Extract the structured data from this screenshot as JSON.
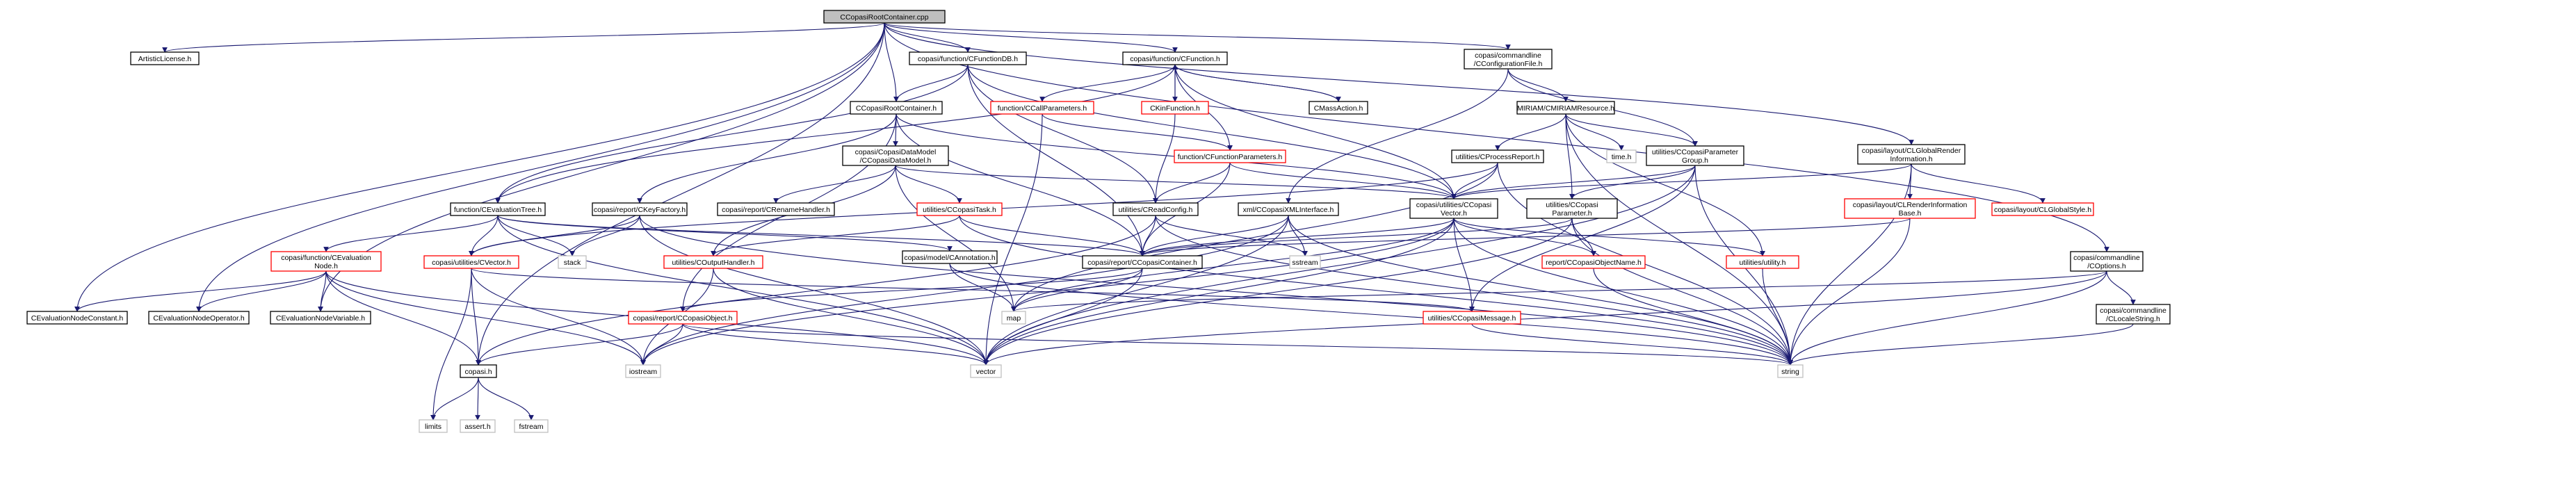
{
  "graph": {
    "nodes": [
      {
        "id": "root",
        "lines": [
          "CCopasiRootContainer.cpp"
        ],
        "kind": "root"
      },
      {
        "id": "artistic",
        "lines": [
          "ArtisticLicense.h"
        ],
        "kind": "normal"
      },
      {
        "id": "cfunctiondb",
        "lines": [
          "copasi/function/CFunctionDB.h"
        ],
        "kind": "normal"
      },
      {
        "id": "cfunction",
        "lines": [
          "copasi/function/CFunction.h"
        ],
        "kind": "normal"
      },
      {
        "id": "cconfigfile",
        "lines": [
          "copasi/commandline",
          "/CConfigurationFile.h"
        ],
        "kind": "normal"
      },
      {
        "id": "clglobalrender",
        "lines": [
          "copasi/layout/CLGlobalRender",
          "Information.h"
        ],
        "kind": "normal"
      },
      {
        "id": "ccallparams",
        "lines": [
          "function/CCallParameters.h"
        ],
        "kind": "red"
      },
      {
        "id": "ckinfunction",
        "lines": [
          "CKinFunction.h"
        ],
        "kind": "red"
      },
      {
        "id": "cmassaction",
        "lines": [
          "CMassAction.h"
        ],
        "kind": "normal"
      },
      {
        "id": "miriam",
        "lines": [
          "MIRIAM/CMIRIAMResource.h"
        ],
        "kind": "normal"
      },
      {
        "id": "ccopasirootcontainer",
        "lines": [
          "CCopasiRootContainer.h"
        ],
        "kind": "normal"
      },
      {
        "id": "cfunctionparams",
        "lines": [
          "function/CFunctionParameters.h"
        ],
        "kind": "red"
      },
      {
        "id": "timeh",
        "lines": [
          "time.h"
        ],
        "kind": "grey"
      },
      {
        "id": "cprocessreport",
        "lines": [
          "utilities/CProcessReport.h"
        ],
        "kind": "normal"
      },
      {
        "id": "ccopasiparamgroup",
        "lines": [
          "utilities/CCopasiParameter",
          "Group.h"
        ],
        "kind": "normal"
      },
      {
        "id": "ccopasidatamodel",
        "lines": [
          "copasi/CopasiDataModel",
          "/CCopasiDataModel.h"
        ],
        "kind": "normal"
      },
      {
        "id": "clrenderinfobase",
        "lines": [
          "copasi/layout/CLRenderInformation",
          "Base.h"
        ],
        "kind": "red"
      },
      {
        "id": "clglobalstyle",
        "lines": [
          "copasi/layout/CLGlobalStyle.h"
        ],
        "kind": "red"
      },
      {
        "id": "cevaltree",
        "lines": [
          "function/CEvaluationTree.h"
        ],
        "kind": "normal"
      },
      {
        "id": "ckeyfactory",
        "lines": [
          "copasi/report/CKeyFactory.h"
        ],
        "kind": "normal"
      },
      {
        "id": "crenamehandler",
        "lines": [
          "copasi/report/CRenameHandler.h"
        ],
        "kind": "normal"
      },
      {
        "id": "ccopasitask",
        "lines": [
          "utilities/CCopasiTask.h"
        ],
        "kind": "red"
      },
      {
        "id": "creadconfig",
        "lines": [
          "utilities/CReadConfig.h"
        ],
        "kind": "normal"
      },
      {
        "id": "ccopasixml",
        "lines": [
          "xml/CCopasiXMLInterface.h"
        ],
        "kind": "normal"
      },
      {
        "id": "ccopasivector",
        "lines": [
          "copasi/utilities/CCopasi",
          "Vector.h"
        ],
        "kind": "normal"
      },
      {
        "id": "ccopasiparam",
        "lines": [
          "utilities/CCopasi",
          "Parameter.h"
        ],
        "kind": "normal"
      },
      {
        "id": "cevalnode",
        "lines": [
          "copasi/function/CEvaluation",
          "Node.h"
        ],
        "kind": "red"
      },
      {
        "id": "cvector",
        "lines": [
          "copasi/utilities/CVector.h"
        ],
        "kind": "red"
      },
      {
        "id": "stack",
        "lines": [
          "stack"
        ],
        "kind": "grey"
      },
      {
        "id": "coutputhandler",
        "lines": [
          "utilities/COutputHandler.h"
        ],
        "kind": "red"
      },
      {
        "id": "cannotation",
        "lines": [
          "copasi/model/CAnnotation.h"
        ],
        "kind": "normal"
      },
      {
        "id": "ccopasicontainer",
        "lines": [
          "copasi/report/CCopasiContainer.h"
        ],
        "kind": "normal"
      },
      {
        "id": "sstream",
        "lines": [
          "sstream"
        ],
        "kind": "grey"
      },
      {
        "id": "cregisteredname",
        "lines": [
          "report/CCopasiObjectName.h"
        ],
        "kind": "red"
      },
      {
        "id": "utility",
        "lines": [
          "utilities/utility.h"
        ],
        "kind": "red"
      },
      {
        "id": "coptions",
        "lines": [
          "copasi/commandline",
          "/COptions.h"
        ],
        "kind": "normal"
      },
      {
        "id": "cnodeconstant",
        "lines": [
          "CEvaluationNodeConstant.h"
        ],
        "kind": "normal"
      },
      {
        "id": "cnodeoperator",
        "lines": [
          "CEvaluationNodeOperator.h"
        ],
        "kind": "normal"
      },
      {
        "id": "cnodevariable",
        "lines": [
          "CEvaluationNodeVariable.h"
        ],
        "kind": "normal"
      },
      {
        "id": "ccopasiobject",
        "lines": [
          "copasi/report/CCopasiObject.h"
        ],
        "kind": "red"
      },
      {
        "id": "map",
        "lines": [
          "map"
        ],
        "kind": "grey"
      },
      {
        "id": "ccopasimessage",
        "lines": [
          "utilities/CCopasiMessage.h"
        ],
        "kind": "red"
      },
      {
        "id": "clocalestring",
        "lines": [
          "copasi/commandline",
          "/CLocaleString.h"
        ],
        "kind": "normal"
      },
      {
        "id": "copasih",
        "lines": [
          "copasi.h"
        ],
        "kind": "normal"
      },
      {
        "id": "iostream",
        "lines": [
          "iostream"
        ],
        "kind": "grey"
      },
      {
        "id": "vector",
        "lines": [
          "vector"
        ],
        "kind": "grey"
      },
      {
        "id": "string",
        "lines": [
          "string"
        ],
        "kind": "grey"
      },
      {
        "id": "limits",
        "lines": [
          "limits"
        ],
        "kind": "grey"
      },
      {
        "id": "asserth",
        "lines": [
          "assert.h"
        ],
        "kind": "grey"
      },
      {
        "id": "fstream",
        "lines": [
          "fstream"
        ],
        "kind": "grey"
      }
    ],
    "edges": [
      [
        "root",
        "artistic"
      ],
      [
        "root",
        "cfunctiondb"
      ],
      [
        "root",
        "cfunction"
      ],
      [
        "root",
        "cconfigfile"
      ],
      [
        "root",
        "clglobalrender"
      ],
      [
        "root",
        "ccopasirootcontainer"
      ],
      [
        "root",
        "cnodeconstant"
      ],
      [
        "root",
        "cnodeoperator"
      ],
      [
        "root",
        "cnodevariable"
      ],
      [
        "root",
        "copasih"
      ],
      [
        "root",
        "coptions"
      ],
      [
        "cfunctiondb",
        "ccopasirootcontainer"
      ],
      [
        "cfunctiondb",
        "cevaltree"
      ],
      [
        "cfunctiondb",
        "creadconfig"
      ],
      [
        "cfunctiondb",
        "ccopasivector"
      ],
      [
        "cfunctiondb",
        "ccopasicontainer"
      ],
      [
        "cfunction",
        "ccallparams"
      ],
      [
        "cfunction",
        "ckinfunction"
      ],
      [
        "cfunction",
        "cmassaction"
      ],
      [
        "cfunction",
        "cfunctionparams"
      ],
      [
        "cfunction",
        "cevaltree"
      ],
      [
        "cfunction",
        "ccopasivector"
      ],
      [
        "ckinfunction",
        "cfunction"
      ],
      [
        "ckinfunction",
        "creadconfig"
      ],
      [
        "cmassaction",
        "cfunction"
      ],
      [
        "ccallparams",
        "cfunctionparams"
      ],
      [
        "ccallparams",
        "vector"
      ],
      [
        "cconfigfile",
        "miriam"
      ],
      [
        "cconfigfile",
        "ccopasiparamgroup"
      ],
      [
        "cconfigfile",
        "ccopasixml"
      ],
      [
        "miriam",
        "cprocessreport"
      ],
      [
        "miriam",
        "ccopasiparamgroup"
      ],
      [
        "miriam",
        "timeh"
      ],
      [
        "miriam",
        "ccopasiparam"
      ],
      [
        "miriam",
        "utility"
      ],
      [
        "miriam",
        "string"
      ],
      [
        "ccopasirootcontainer",
        "ccopasidatamodel"
      ],
      [
        "ccopasirootcontainer",
        "ckeyfactory"
      ],
      [
        "ccopasirootcontainer",
        "ccopasicontainer"
      ],
      [
        "ccopasirootcontainer",
        "ccopasivector"
      ],
      [
        "ccopasirootcontainer",
        "ccopasiobject"
      ],
      [
        "cfunctionparams",
        "ccopasivector"
      ],
      [
        "cfunctionparams",
        "creadconfig"
      ],
      [
        "cfunctionparams",
        "ccopasicontainer"
      ],
      [
        "cprocessreport",
        "ccopasivector"
      ],
      [
        "cprocessreport",
        "cvector"
      ],
      [
        "cprocessreport",
        "string"
      ],
      [
        "cprocessreport",
        "map"
      ],
      [
        "ccopasiparamgroup",
        "ccopasiparam"
      ],
      [
        "ccopasiparamgroup",
        "ccopasivector"
      ],
      [
        "ccopasiparamgroup",
        "vector"
      ],
      [
        "ccopasiparamgroup",
        "string"
      ],
      [
        "ccopasiparamgroup",
        "ccopasimessage"
      ],
      [
        "clglobalrender",
        "clrenderinfobase"
      ],
      [
        "clglobalrender",
        "clglobalstyle"
      ],
      [
        "clglobalrender",
        "ccopasivector"
      ],
      [
        "clglobalrender",
        "string"
      ],
      [
        "clrenderinfobase",
        "ccopasicontainer"
      ],
      [
        "clrenderinfobase",
        "string"
      ],
      [
        "ccopasidatamodel",
        "crenamehandler"
      ],
      [
        "ccopasidatamodel",
        "ccopasitask"
      ],
      [
        "ccopasidatamodel",
        "ccopasivector"
      ],
      [
        "ccopasidatamodel",
        "map"
      ],
      [
        "ccopasidatamodel",
        "coutputhandler"
      ],
      [
        "ccopasitask",
        "coutputhandler"
      ],
      [
        "ccopasitask",
        "ccopasicontainer"
      ],
      [
        "ccopasitask",
        "string"
      ],
      [
        "cevaltree",
        "cevalnode"
      ],
      [
        "cevaltree",
        "cvector"
      ],
      [
        "cevaltree",
        "stack"
      ],
      [
        "cevaltree",
        "cannotation"
      ],
      [
        "cevaltree",
        "ccopasicontainer"
      ],
      [
        "cevaltree",
        "vector"
      ],
      [
        "ckeyfactory",
        "stack"
      ],
      [
        "ckeyfactory",
        "cvector"
      ],
      [
        "ckeyfactory",
        "vector"
      ],
      [
        "ckeyfactory",
        "string"
      ],
      [
        "creadconfig",
        "ccopasicontainer"
      ],
      [
        "creadconfig",
        "sstream"
      ],
      [
        "creadconfig",
        "string"
      ],
      [
        "creadconfig",
        "copasih"
      ],
      [
        "ccopasixml",
        "ccopasicontainer"
      ],
      [
        "ccopasixml",
        "sstream"
      ],
      [
        "ccopasixml",
        "vector"
      ],
      [
        "ccopasixml",
        "string"
      ],
      [
        "ccopasixml",
        "iostream"
      ],
      [
        "ccopasivector",
        "ccopasicontainer"
      ],
      [
        "ccopasivector",
        "cregisteredname"
      ],
      [
        "ccopasivector",
        "utility"
      ],
      [
        "ccopasivector",
        "ccopasimessage"
      ],
      [
        "ccopasivector",
        "vector"
      ],
      [
        "ccopasivector",
        "string"
      ],
      [
        "ccopasivector",
        "map"
      ],
      [
        "ccopasivector",
        "iostream"
      ],
      [
        "ccopasiparam",
        "ccopasicontainer"
      ],
      [
        "ccopasiparam",
        "cregisteredname"
      ],
      [
        "ccopasiparam",
        "vector"
      ],
      [
        "ccopasiparam",
        "string"
      ],
      [
        "cevalnode",
        "cnodeconstant"
      ],
      [
        "cevalnode",
        "cnodeoperator"
      ],
      [
        "cevalnode",
        "cnodevariable"
      ],
      [
        "cevalnode",
        "copasih"
      ],
      [
        "cevalnode",
        "iostream"
      ],
      [
        "cevalnode",
        "vector"
      ],
      [
        "cvector",
        "copasih"
      ],
      [
        "cvector",
        "limits"
      ],
      [
        "cvector",
        "iostream"
      ],
      [
        "cvector",
        "ccopasimessage"
      ],
      [
        "coutputhandler",
        "vector"
      ],
      [
        "coutputhandler",
        "iostream"
      ],
      [
        "cannotation",
        "map"
      ],
      [
        "cannotation",
        "string"
      ],
      [
        "ccopasicontainer",
        "ccopasiobject"
      ],
      [
        "ccopasicontainer",
        "map"
      ],
      [
        "ccopasicontainer",
        "vector"
      ],
      [
        "cregisteredname",
        "string"
      ],
      [
        "utility",
        "string"
      ],
      [
        "ccopasimessage",
        "string"
      ],
      [
        "coptions",
        "map"
      ],
      [
        "coptions",
        "vector"
      ],
      [
        "coptions",
        "string"
      ],
      [
        "coptions",
        "clocalestring"
      ],
      [
        "clocalestring",
        "string"
      ],
      [
        "ccopasiobject",
        "copasih"
      ],
      [
        "ccopasiobject",
        "iostream"
      ],
      [
        "ccopasiobject",
        "vector"
      ],
      [
        "ccopasiobject",
        "string"
      ],
      [
        "copasih",
        "limits"
      ],
      [
        "copasih",
        "asserth"
      ],
      [
        "copasih",
        "fstream"
      ]
    ]
  }
}
